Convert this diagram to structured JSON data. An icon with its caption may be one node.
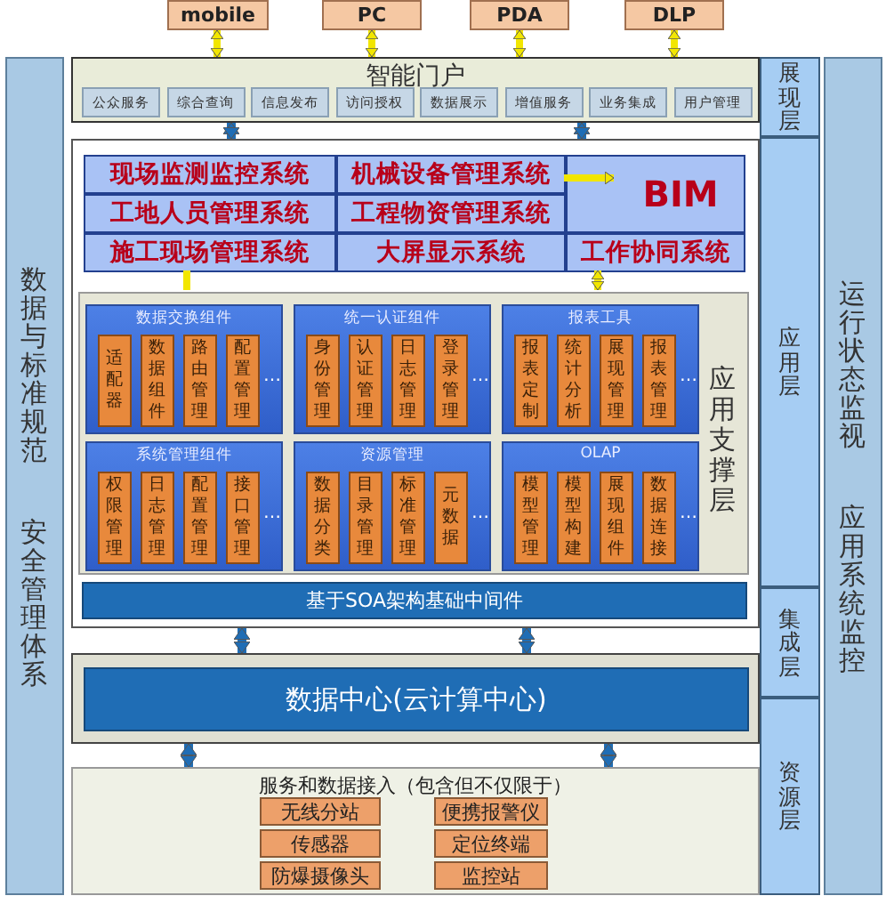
{
  "diagram": {
    "nodes": [
      {
        "text": [
          "mobile"
        ]
      },
      {
        "text": [
          "PC"
        ]
      },
      {
        "text": [
          "PDA"
        ]
      },
      {
        "text": [
          "DLP"
        ]
      },
      {
        "text": [
          "数据与标准规范",
          "安全管理体系"
        ]
      },
      {
        "text": [
          "智能门户"
        ]
      },
      {
        "text": [
          "公众服务"
        ],
        "in": 5
      },
      {
        "text": [
          "综合查询"
        ],
        "in": 5
      },
      {
        "text": [
          "信息发布"
        ],
        "in": 5
      },
      {
        "text": [
          "访问授权"
        ],
        "in": 5
      },
      {
        "text": [
          "数据展示"
        ],
        "in": 5
      },
      {
        "text": [
          "增值服务"
        ],
        "in": 5
      },
      {
        "text": [
          "业务集成"
        ],
        "in": 5
      },
      {
        "text": [
          "用户管理"
        ],
        "in": 5
      },
      {
        "text": [
          "展现层"
        ]
      },
      {
        "text": [],
        "shape": "box"
      },
      {
        "text": [
          "现场监测监控系统"
        ],
        "in": 15
      },
      {
        "text": [
          "机械设备管理系统"
        ],
        "in": 15
      },
      {
        "text": [
          "BIM"
        ],
        "in": 15
      },
      {
        "text": [
          "工地人员管理系统"
        ],
        "in": 15
      },
      {
        "text": [
          "工程物资管理系统"
        ],
        "in": 15
      },
      {
        "text": [
          "施工现场管理系统"
        ],
        "in": 15
      },
      {
        "text": [
          "大屏显示系统"
        ],
        "in": 15
      },
      {
        "text": [
          "工作协同系统"
        ],
        "in": 15
      },
      {
        "text": [
          "应用支撑层"
        ],
        "in": 15
      },
      {
        "text": [
          "数据交换组件"
        ],
        "in": 24
      },
      {
        "text": [
          "适配器"
        ],
        "in": 25
      },
      {
        "text": [
          "数据组件"
        ],
        "in": 25
      },
      {
        "text": [
          "路由管理"
        ],
        "in": 25
      },
      {
        "text": [
          "配置管理"
        ],
        "in": 25
      },
      {
        "text": [
          "统一认证组件"
        ],
        "in": 24
      },
      {
        "text": [
          "身份管理"
        ],
        "in": 30
      },
      {
        "text": [
          "认证管理"
        ],
        "in": 30
      },
      {
        "text": [
          "日志管理"
        ],
        "in": 30
      },
      {
        "text": [
          "登录管理"
        ],
        "in": 30
      },
      {
        "text": [
          "报表工具"
        ],
        "in": 24
      },
      {
        "text": [
          "报表定制"
        ],
        "in": 35
      },
      {
        "text": [
          "统计分析"
        ],
        "in": 35
      },
      {
        "text": [
          "展现管理"
        ],
        "in": 35
      },
      {
        "text": [
          "报表管理"
        ],
        "in": 35
      },
      {
        "text": [
          "系统管理组件"
        ],
        "in": 24
      },
      {
        "text": [
          "权限管理"
        ],
        "in": 40
      },
      {
        "text": [
          "日志管理"
        ],
        "in": 40
      },
      {
        "text": [
          "配置管理"
        ],
        "in": 40
      },
      {
        "text": [
          "接口管理"
        ],
        "in": 40
      },
      {
        "text": [
          "资源管理"
        ],
        "in": 24
      },
      {
        "text": [
          "数据分类"
        ],
        "in": 45
      },
      {
        "text": [
          "目录管理"
        ],
        "in": 45
      },
      {
        "text": [
          "标准管理"
        ],
        "in": 45
      },
      {
        "text": [
          "元数据"
        ],
        "in": 45
      },
      {
        "text": [
          "OLAP"
        ],
        "in": 24
      },
      {
        "text": [
          "模型管理"
        ],
        "in": 50
      },
      {
        "text": [
          "模型构建"
        ],
        "in": 50
      },
      {
        "text": [
          "展现组件"
        ],
        "in": 50
      },
      {
        "text": [
          "数据连接"
        ],
        "in": 50
      },
      {
        "text": [
          "基于SOA架构基础中间件"
        ],
        "in": 15
      },
      {
        "text": [
          "应用层"
        ]
      },
      {
        "text": [],
        "shape": "box"
      },
      {
        "text": [
          "数据中心(云计算中心)"
        ],
        "in": 57
      },
      {
        "text": [
          "集成层"
        ]
      },
      {
        "text": [
          "服务和数据接入（包含但不仅限于）"
        ]
      },
      {
        "text": [
          "无线分站"
        ],
        "in": 60
      },
      {
        "text": [
          "便携报警仪"
        ],
        "in": 60
      },
      {
        "text": [
          "传感器"
        ],
        "in": 60
      },
      {
        "text": [
          "定位终端"
        ],
        "in": 60
      },
      {
        "text": [
          "防爆摄像头"
        ],
        "in": 60
      },
      {
        "text": [
          "监控站"
        ],
        "in": 60
      },
      {
        "text": [
          "资源层"
        ]
      },
      {
        "text": [
          "运行状态监视",
          "应用系统监控"
        ]
      }
    ],
    "edges": [
      {
        "from": 0,
        "to": 5,
        "arrow": "both"
      },
      {
        "from": 1,
        "to": 5,
        "arrow": "both"
      },
      {
        "from": 2,
        "to": 5,
        "arrow": "both"
      },
      {
        "from": 3,
        "to": 5,
        "arrow": "both"
      },
      {
        "from": 5,
        "to": 15,
        "arrow": "both",
        "color": "#1f6db5"
      },
      {
        "from": 5,
        "to": 15,
        "arrow": "both",
        "color": "#1f6db5"
      },
      {
        "from": 17,
        "to": 18,
        "arrow": "to"
      },
      {
        "from": 21,
        "to": 24,
        "arrow": "none"
      },
      {
        "from": 23,
        "to": 24,
        "arrow": "both"
      },
      {
        "from": 15,
        "to": 57,
        "arrow": "both",
        "color": "#1f6db5"
      },
      {
        "from": 15,
        "to": 57,
        "arrow": "both",
        "color": "#1f6db5"
      },
      {
        "from": 57,
        "to": 60,
        "arrow": "both",
        "color": "#1f6db5"
      },
      {
        "from": 57,
        "to": 60,
        "arrow": "both",
        "color": "#1f6db5"
      }
    ],
    "labels": [
      "…",
      "…",
      "…",
      "…",
      "…",
      "…"
    ]
  }
}
